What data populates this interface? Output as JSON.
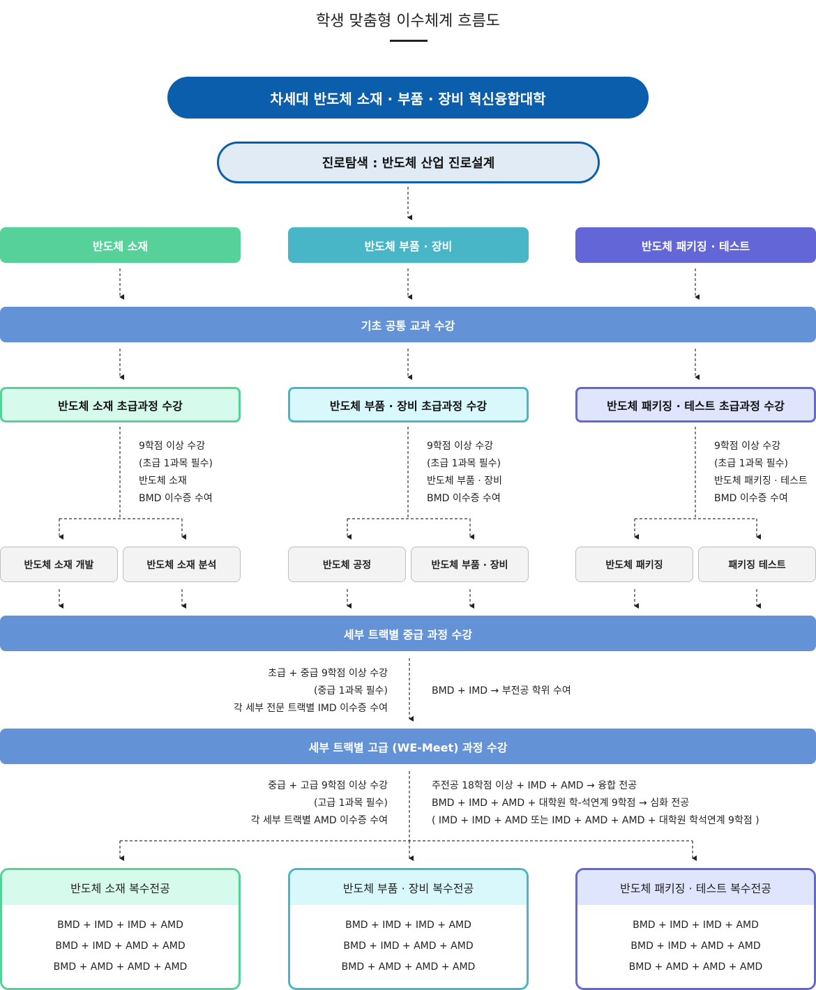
{
  "title": "학생 맞춤형 이수체계 흐름도",
  "university": "차세대 반도체 소재 · 부품 · 장비 혁신융합대학",
  "career": "진로탐색 : 반도체 산업 진로설계",
  "categories": [
    "반도체 소재",
    "반도체 부품 · 장비",
    "반도체 패키징 · 테스트"
  ],
  "basic_common": "기초 공통 교과 수강",
  "beginner": [
    {
      "label": "반도체 소재 초급과정 수강",
      "notes": [
        "9학점 이상 수강",
        "(초급 1과목 필수)",
        "반도체 소재",
        "BMD 이수증 수여"
      ]
    },
    {
      "label": "반도체 부품 · 장비 초급과정 수강",
      "notes": [
        "9학점 이상 수강",
        "(초급 1과목 필수)",
        "반도체 부품 · 장비",
        "BMD 이수증 수여"
      ]
    },
    {
      "label": "반도체 패키징 · 테스트 초급과정 수강",
      "notes": [
        "9학점 이상 수강",
        "(초급 1과목 필수)",
        "반도체 패키징 · 테스트",
        "BMD 이수증 수여"
      ]
    }
  ],
  "sub_tracks": [
    "반도체 소재 개발",
    "반도체 소재 분석",
    "반도체 공정",
    "반도체 부품 · 장비",
    "반도체 패키징",
    "패키징 테스트"
  ],
  "intermediate": {
    "label": "세부 트랙별 중급 과정 수강",
    "left_notes": [
      "초급 + 중급 9학점 이상 수강",
      "(중급 1과목 필수)",
      "각 세부 전문 트랙별 IMD 이수증 수여"
    ],
    "right_note": "BMD + IMD → 부전공 학위 수여"
  },
  "advanced": {
    "label": "세부 트랙별 고급 (WE-Meet) 과정 수강",
    "left_notes": [
      "중급 + 고급 9학점 이상 수강",
      "(고급 1과목 필수)",
      "각 세부 트랙별 AMD 이수증 수여"
    ],
    "right_notes": [
      "주전공 18학점 이상 + IMD + AMD → 융합 전공",
      "BMD + IMD + AMD + 대학원 학-석연계 9학점 → 심화 전공",
      "( IMD + IMD + AMD 또는 IMD + AMD + AMD + 대학원 학석연계 9학점 )"
    ]
  },
  "majors": [
    {
      "title": "반도체 소재 복수전공",
      "combos": [
        "BMD + IMD + IMD + AMD",
        "BMD + IMD + AMD + AMD",
        "BMD + AMD + AMD + AMD"
      ]
    },
    {
      "title": "반도체 부품 · 장비 복수전공",
      "combos": [
        "BMD + IMD + IMD + AMD",
        "BMD + IMD + AMD + AMD",
        "BMD + AMD + AMD + AMD"
      ]
    },
    {
      "title": "반도체 패키징 · 테스트 복수전공",
      "combos": [
        "BMD + IMD + IMD + AMD",
        "BMD + IMD + AMD + AMD",
        "BMD + AMD + AMD + AMD"
      ]
    }
  ],
  "colors": {
    "navy": "#0a5eab",
    "band": "#6392d6",
    "material": "#57d19a",
    "equipment": "#48b6c6",
    "packaging": "#6366d6"
  }
}
